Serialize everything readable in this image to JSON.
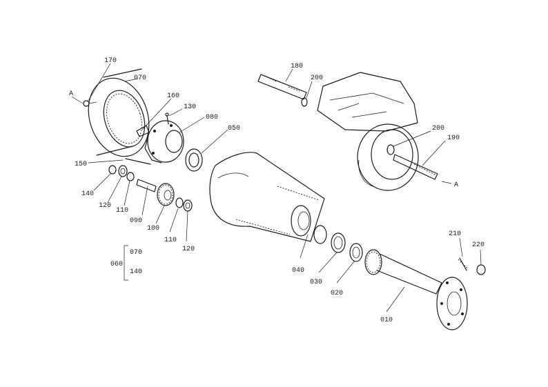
{
  "callouts": {
    "p010": "010",
    "p020": "020",
    "p030": "030",
    "p040": "040",
    "p050": "050",
    "p060": "060",
    "p070": "070",
    "p080": "080",
    "p090": "090",
    "p100": "100",
    "p110": "110",
    "p110b": "110",
    "p120": "120",
    "p120b": "120",
    "p130": "130",
    "p140": "140",
    "p150": "150",
    "p160": "160",
    "p170": "170",
    "p180": "180",
    "p190": "190",
    "p200": "200",
    "p200b": "200",
    "p210": "210",
    "p220": "220",
    "group_070": "070",
    "group_140": "140"
  },
  "refs": {
    "ref_a_left": "A",
    "ref_a_right": "A"
  }
}
